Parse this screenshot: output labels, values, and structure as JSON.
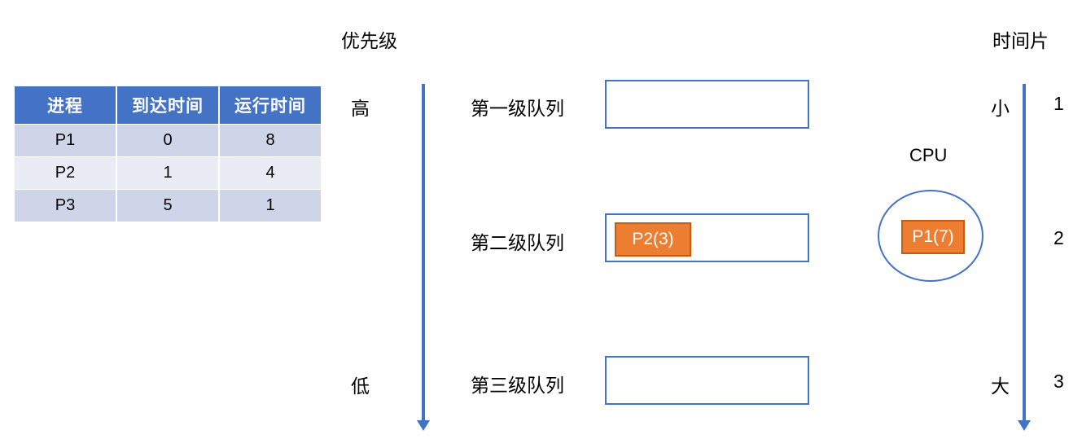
{
  "table": {
    "headers": [
      "进程",
      "到达时间",
      "运行时间"
    ],
    "rows": [
      {
        "process": "P1",
        "arrival": "0",
        "burst": "8"
      },
      {
        "process": "P2",
        "arrival": "1",
        "burst": "4"
      },
      {
        "process": "P3",
        "arrival": "5",
        "burst": "1"
      }
    ]
  },
  "priority_axis": {
    "title": "优先级",
    "high_label": "高",
    "low_label": "低"
  },
  "timeslice_axis": {
    "title": "时间片",
    "small_label": "小",
    "large_label": "大",
    "values": [
      "1",
      "2",
      "3"
    ]
  },
  "queues": [
    {
      "label": "第一级队列",
      "items": []
    },
    {
      "label": "第二级队列",
      "items": [
        "P2(3)"
      ]
    },
    {
      "label": "第三级队列",
      "items": []
    }
  ],
  "cpu": {
    "label": "CPU",
    "running": "P1(7)"
  },
  "colors": {
    "accent_blue": "#4472C4",
    "header_blue": "#4472C4",
    "row_dark": "#CFD5E9",
    "row_light": "#E9ECF5",
    "orange": "#ED7D31",
    "orange_border": "#C55A11"
  }
}
